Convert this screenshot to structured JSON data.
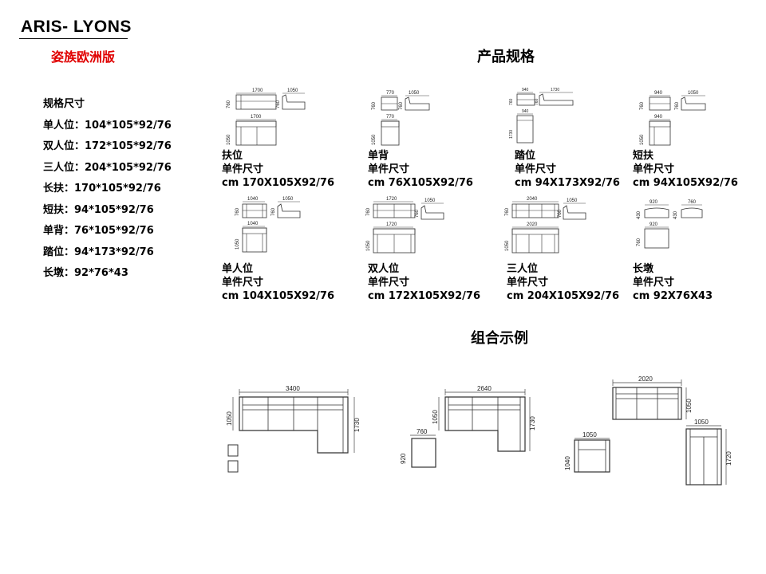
{
  "header": {
    "brand": "ARIS- LYONS",
    "subtitle": "姿族欧洲版"
  },
  "sections": {
    "product_spec_title": "产品规格",
    "combo_title": "组合示例"
  },
  "spec_list": [
    "规格尺寸",
    "单人位：104*105*92/76",
    "双人位：172*105*92/76",
    "三人位：204*105*92/76",
    "长扶：170*105*92/76",
    "短扶：94*105*92/76",
    "单背：76*105*92/76",
    "踏位：94*173*92/76",
    "长墩：92*76*43"
  ],
  "products": [
    {
      "name": "扶位",
      "label": "单件尺寸",
      "size": "cm 170X105X92/76",
      "dims": {
        "top_w": "1700",
        "top_h": "760",
        "side_w": "1050",
        "side_h": "760",
        "plan_w": "1700",
        "plan_h": "1050"
      }
    },
    {
      "name": "单背",
      "label": "单件尺寸",
      "size": "cm 76X105X92/76",
      "dims": {
        "top_w": "770",
        "top_h": "760",
        "side_w": "1050",
        "side_h": "760",
        "plan_w": "770",
        "plan_h": "1050"
      }
    },
    {
      "name": "踏位",
      "label": "单件尺寸",
      "size": "cm 94X173X92/76",
      "dims": {
        "top_w": "940",
        "top_h": "760",
        "side_w": "1730",
        "side_h": "760",
        "plan_w": "940",
        "plan_h": "1730"
      }
    },
    {
      "name": "短扶",
      "label": "单件尺寸",
      "size": "cm 94X105X92/76",
      "dims": {
        "top_w": "940",
        "top_h": "760",
        "side_w": "1050",
        "side_h": "760",
        "plan_w": "940",
        "plan_h": "1050"
      }
    },
    {
      "name": "单人位",
      "label": "单件尺寸",
      "size": "cm 104X105X92/76",
      "dims": {
        "top_w": "1040",
        "top_h": "760",
        "side_w": "1050",
        "side_h": "760",
        "plan_w": "1040",
        "plan_h": "1050"
      }
    },
    {
      "name": "双人位",
      "label": "单件尺寸",
      "size": "cm 172X105X92/76",
      "dims": {
        "top_w": "1720",
        "top_h": "760",
        "side_w": "1050",
        "side_h": "760",
        "plan_w": "1720",
        "plan_h": "1050"
      }
    },
    {
      "name": "三人位",
      "label": "单件尺寸",
      "size": "cm 204X105X92/76",
      "dims": {
        "top_w": "2040",
        "top_h": "760",
        "side_w": "1050",
        "side_h": "760",
        "plan_w": "2020",
        "plan_h": "1050"
      }
    },
    {
      "name": "长墩",
      "label": "单件尺寸",
      "size": "cm 92X76X43",
      "dims": {
        "top_w": "920",
        "top_h": "430",
        "side_w": "760",
        "side_h": "430",
        "plan_w": "920",
        "plan_h": "760"
      }
    }
  ],
  "combos": [
    {
      "width": "3400",
      "depth": "1050",
      "chaise": "1730"
    },
    {
      "width": "2640",
      "depth": "1050",
      "chaise": "1730",
      "ottoman_w": "760",
      "ottoman_d": "920"
    },
    {
      "width": "2020",
      "depth": "1050",
      "chair_w": "1050",
      "chair_d": "1040",
      "chaise_w": "1050",
      "chaise_d": "1720"
    }
  ]
}
